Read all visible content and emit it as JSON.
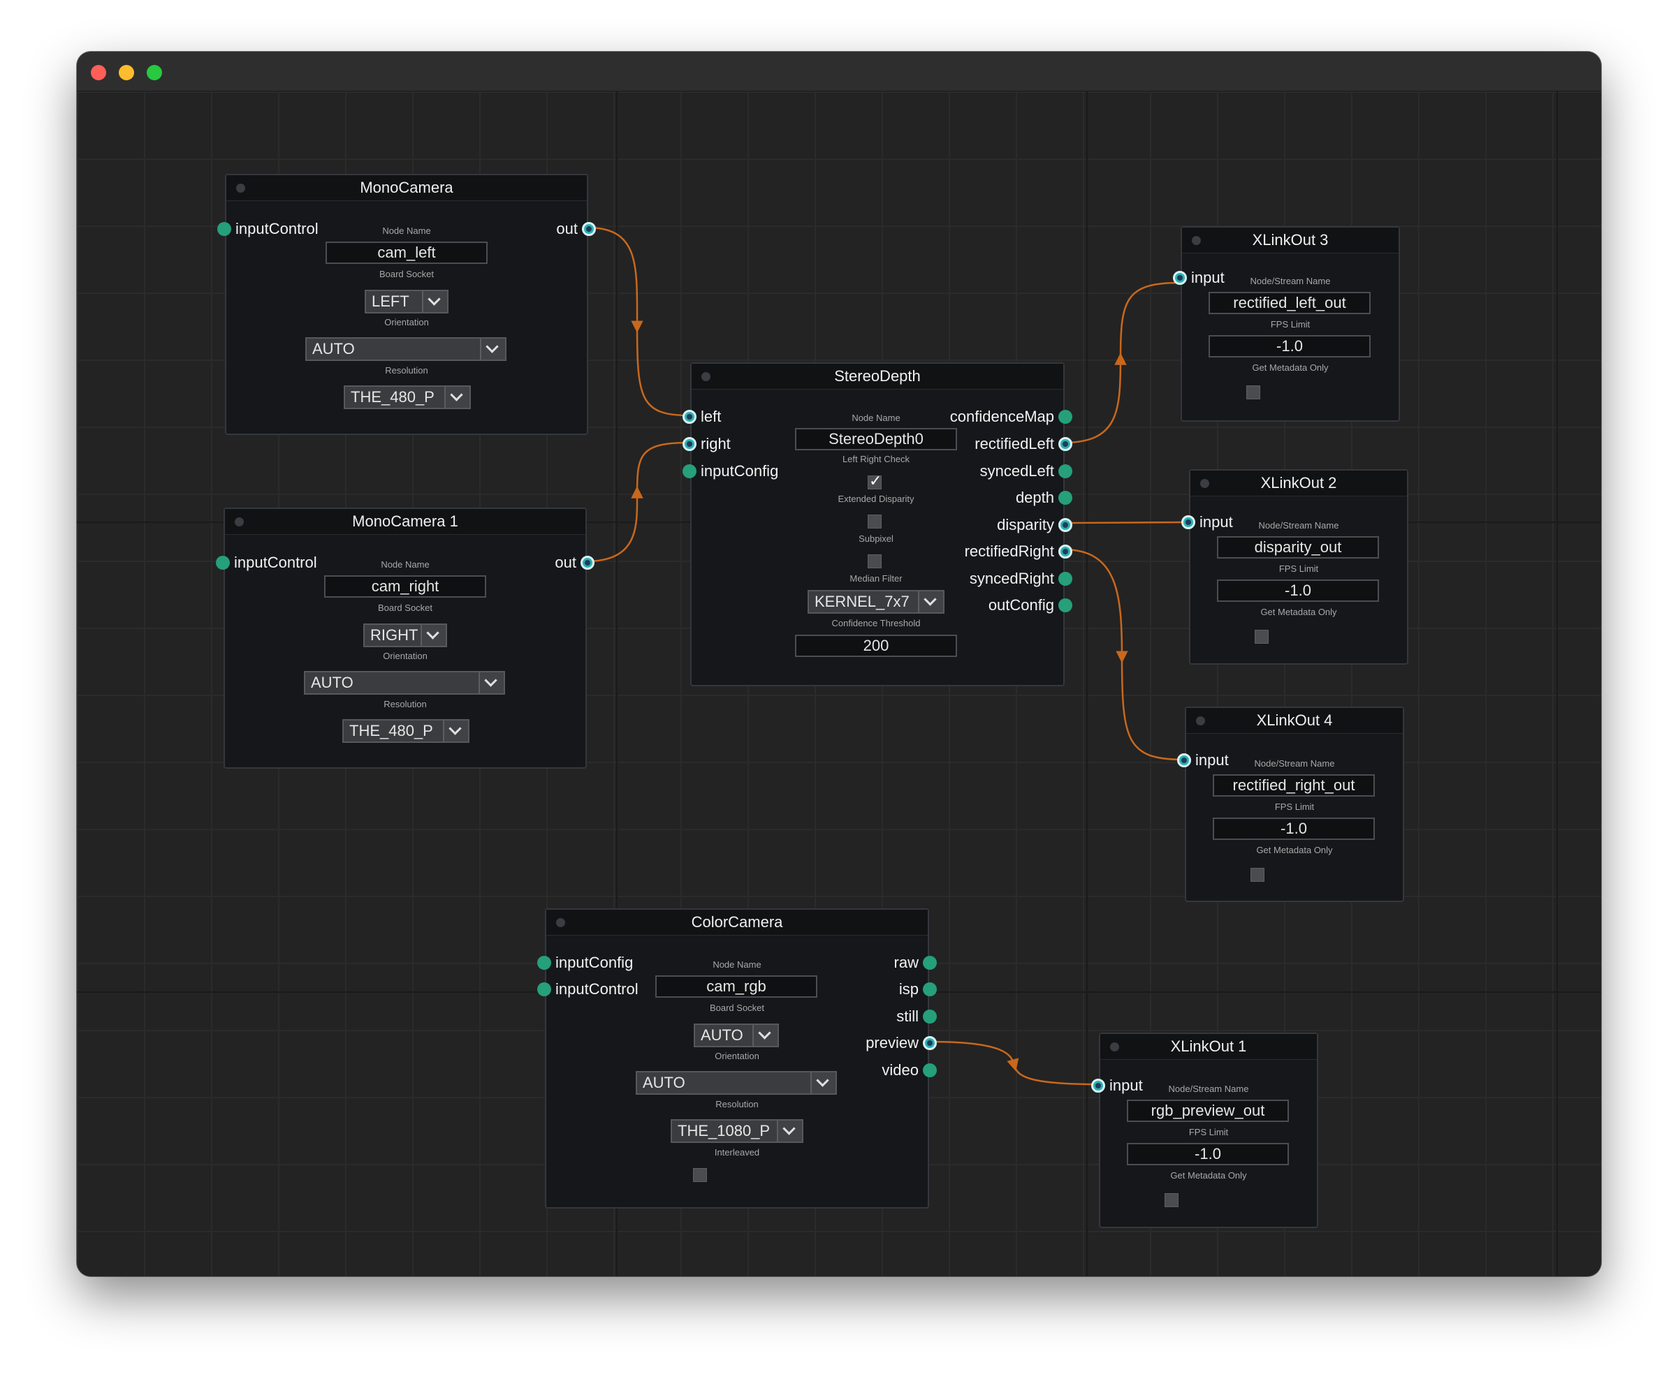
{
  "nodes": {
    "mono_left": {
      "title": "MonoCamera",
      "in_input_control": "inputControl",
      "out_out": "out",
      "node_name_label": "Node Name",
      "node_name_value": "cam_left",
      "board_socket_label": "Board Socket",
      "board_socket_value": "LEFT",
      "orientation_label": "Orientation",
      "orientation_value": "AUTO",
      "resolution_label": "Resolution",
      "resolution_value": "THE_480_P"
    },
    "mono_right": {
      "title": "MonoCamera 1",
      "in_input_control": "inputControl",
      "out_out": "out",
      "node_name_label": "Node Name",
      "node_name_value": "cam_right",
      "board_socket_label": "Board Socket",
      "board_socket_value": "RIGHT",
      "orientation_label": "Orientation",
      "orientation_value": "AUTO",
      "resolution_label": "Resolution",
      "resolution_value": "THE_480_P"
    },
    "stereo": {
      "title": "StereoDepth",
      "in_left": "left",
      "in_right": "right",
      "in_input_config": "inputConfig",
      "out_confidence_map": "confidenceMap",
      "out_rectified_left": "rectifiedLeft",
      "out_synced_left": "syncedLeft",
      "out_depth": "depth",
      "out_disparity": "disparity",
      "out_rectified_right": "rectifiedRight",
      "out_synced_right": "syncedRight",
      "out_out_config": "outConfig",
      "node_name_label": "Node Name",
      "node_name_value": "StereoDepth0",
      "lr_check_label": "Left Right Check",
      "lr_check_on": true,
      "extended_label": "Extended Disparity",
      "extended_on": false,
      "subpixel_label": "Subpixel",
      "subpixel_on": false,
      "median_label": "Median Filter",
      "median_value": "KERNEL_7x7",
      "confidence_label": "Confidence Threshold",
      "confidence_value": "200"
    },
    "xlink3": {
      "title": "XLinkOut 3",
      "in_input": "input",
      "stream_label": "Node/Stream Name",
      "stream_value": "rectified_left_out",
      "fps_label": "FPS Limit",
      "fps_value": "-1.0",
      "metadata_label": "Get Metadata Only",
      "metadata_on": false
    },
    "xlink2": {
      "title": "XLinkOut 2",
      "in_input": "input",
      "stream_label": "Node/Stream Name",
      "stream_value": "disparity_out",
      "fps_label": "FPS Limit",
      "fps_value": "-1.0",
      "metadata_label": "Get Metadata Only",
      "metadata_on": false
    },
    "xlink4": {
      "title": "XLinkOut 4",
      "in_input": "input",
      "stream_label": "Node/Stream Name",
      "stream_value": "rectified_right_out",
      "fps_label": "FPS Limit",
      "fps_value": "-1.0",
      "metadata_label": "Get Metadata Only",
      "metadata_on": false
    },
    "color": {
      "title": "ColorCamera",
      "in_input_config": "inputConfig",
      "in_input_control": "inputControl",
      "out_raw": "raw",
      "out_isp": "isp",
      "out_still": "still",
      "out_preview": "preview",
      "out_video": "video",
      "node_name_label": "Node Name",
      "node_name_value": "cam_rgb",
      "board_socket_label": "Board Socket",
      "board_socket_value": "AUTO",
      "orientation_label": "Orientation",
      "orientation_value": "AUTO",
      "resolution_label": "Resolution",
      "resolution_value": "THE_1080_P",
      "interleaved_label": "Interleaved",
      "interleaved_on": false
    },
    "xlink1": {
      "title": "XLinkOut 1",
      "in_input": "input",
      "stream_label": "Node/Stream Name",
      "stream_value": "rgb_preview_out",
      "fps_label": "FPS Limit",
      "fps_value": "-1.0",
      "metadata_label": "Get Metadata Only",
      "metadata_on": false
    }
  },
  "colors": {
    "link": "#c9681c",
    "pin": "#25a07a",
    "pin_connected": "#2ab0b5",
    "node_bg": "#15171a",
    "canvas_bg": "#232323"
  }
}
